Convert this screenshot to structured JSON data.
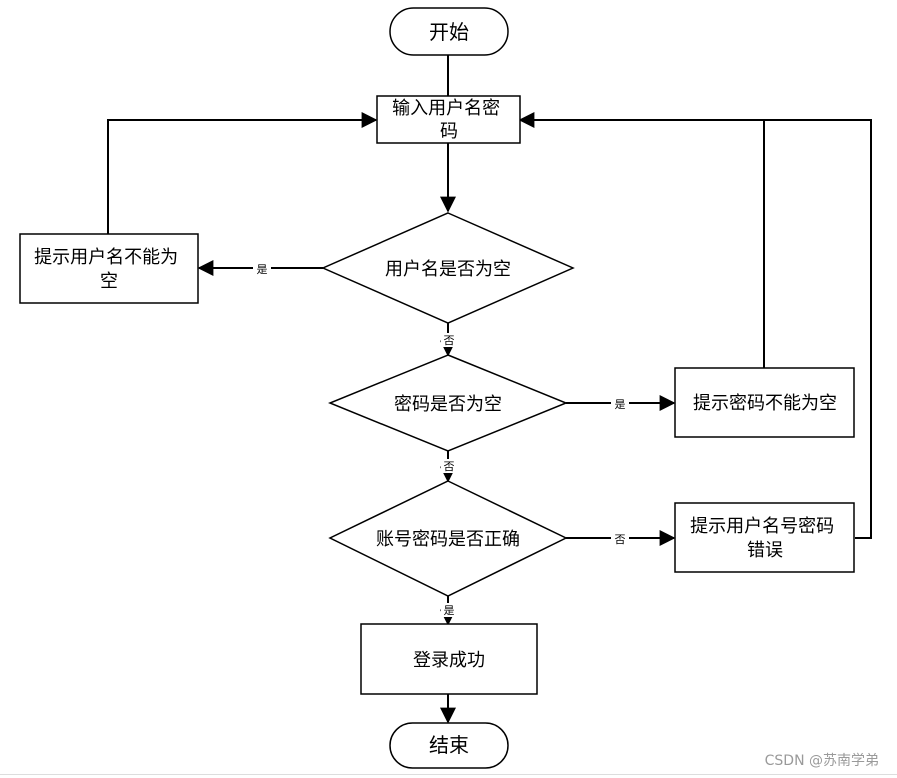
{
  "flowchart": {
    "start": "开始",
    "input": [
      "输入用户名密",
      "码"
    ],
    "check_username": "用户名是否为空",
    "username_empty_msg": [
      "提示用户名不能为",
      "空"
    ],
    "check_password": "密码是否为空",
    "password_empty_msg": "提示密码不能为空",
    "check_credentials": "账号密码是否正确",
    "credentials_error_msg": [
      "提示用户名号密码",
      "错误"
    ],
    "login_success": "登录成功",
    "end": "结束",
    "labels": {
      "yes": "是",
      "no": "否"
    }
  },
  "watermark": "CSDN @苏南学弟"
}
